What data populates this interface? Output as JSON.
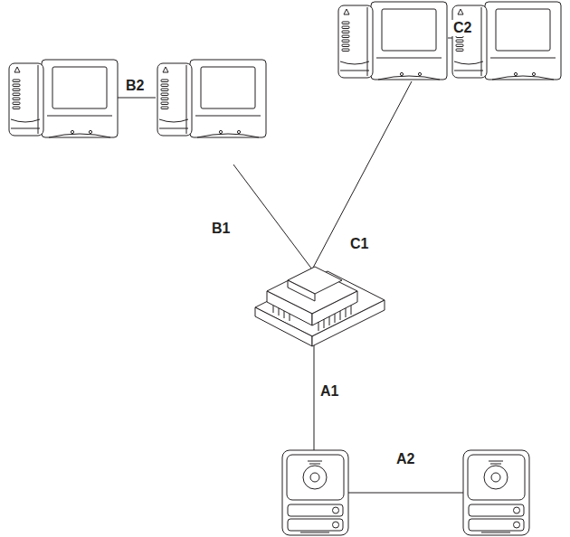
{
  "diagram": {
    "labels": [
      "C2",
      "B2",
      "B1",
      "C1",
      "A1",
      "A2"
    ]
  }
}
